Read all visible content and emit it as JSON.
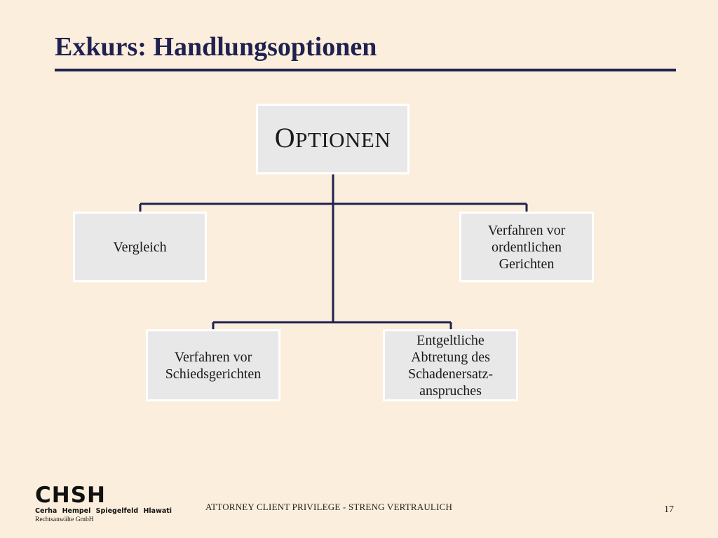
{
  "slide": {
    "title": "Exkurs: Handlungsoptionen",
    "page_number": "17",
    "footer_text": "ATTORNEY CLIENT PRIVILEGE - STRENG VERTRAULICH"
  },
  "diagram": {
    "root": {
      "cap": "O",
      "rest": "PTIONEN"
    },
    "nodes": [
      {
        "id": "vergleich",
        "lines": [
          "Vergleich"
        ]
      },
      {
        "id": "ordentlich",
        "lines": [
          "Verfahren vor",
          "ordentlichen",
          "Gerichten"
        ]
      },
      {
        "id": "schieds",
        "lines": [
          "Verfahren vor",
          "Schiedsgerichten"
        ]
      },
      {
        "id": "abtretung",
        "lines": [
          "Entgeltliche",
          "Abtretung des",
          "Schadenersatz-",
          "anspruches"
        ]
      }
    ]
  },
  "logo": {
    "main": "CHSH",
    "names": "Cerha Hempel Spiegelfeld Hlawati",
    "sub": "Rechtsanwälte GmbH"
  },
  "colors": {
    "background": "#FBEEDC",
    "accent": "#1F2150",
    "box_fill": "#E8E8E9"
  }
}
